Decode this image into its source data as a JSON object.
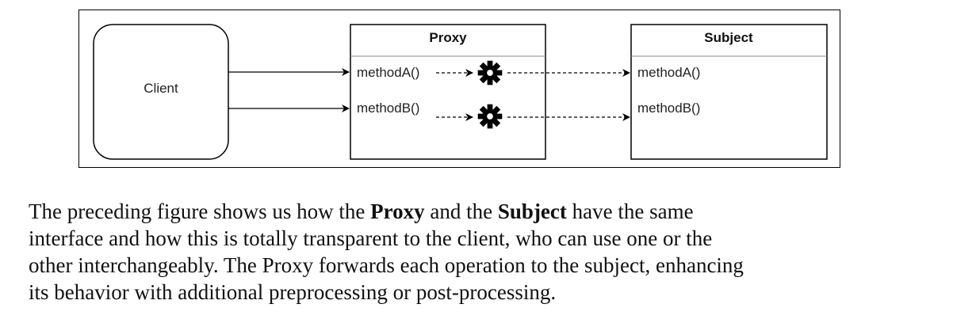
{
  "diagram": {
    "client": {
      "label": "Client"
    },
    "proxy": {
      "title": "Proxy",
      "methods": [
        "methodA()",
        "methodB()"
      ]
    },
    "subject": {
      "title": "Subject",
      "methods": [
        "methodA()",
        "methodB()"
      ]
    },
    "icons": [
      "gear-icon",
      "gear-icon"
    ]
  },
  "caption": {
    "line1": {
      "p1": "The preceding figure shows us how the ",
      "b1": "Proxy",
      "p2": " and the ",
      "b2": "Subject",
      "p3": " have the same"
    },
    "line2": "interface and how this is totally transparent to the client, who can use one or the",
    "line3": "other interchangeably. The Proxy forwards each operation to the subject, enhancing",
    "line4": "its behavior with additional preprocessing or post-processing."
  }
}
